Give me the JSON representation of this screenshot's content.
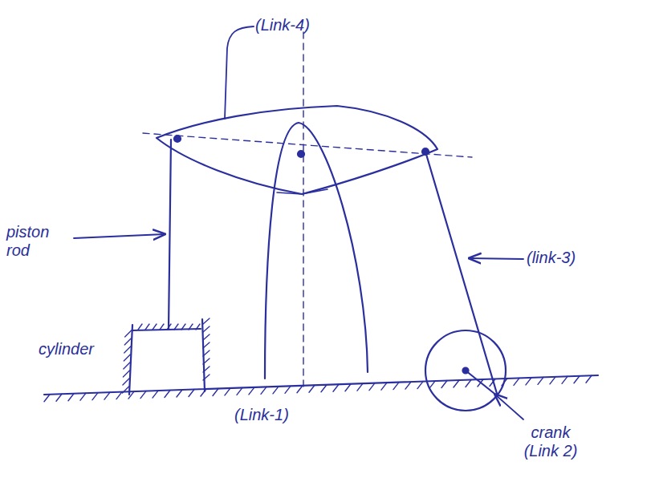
{
  "diagram": {
    "labels": [
      "(Link-4)",
      "piston rod",
      "(link-3)",
      "cylinder",
      "(Link-1)",
      "crank (Link 2)"
    ]
  }
}
